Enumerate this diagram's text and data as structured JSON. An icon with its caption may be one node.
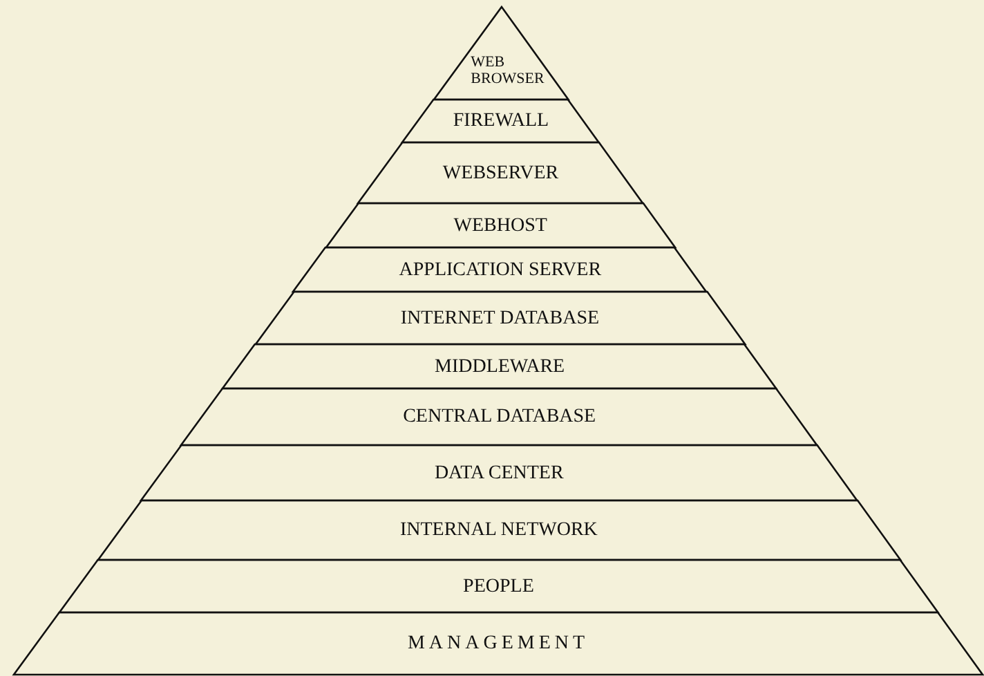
{
  "diagram": {
    "nodes": [
      {
        "text": [
          "WEB BROWSER"
        ]
      },
      {
        "text": [
          "FIREWALL"
        ]
      },
      {
        "text": [
          "WEBSERVER"
        ]
      },
      {
        "text": [
          "WEBHOST"
        ]
      },
      {
        "text": [
          "APPLICATION SERVER"
        ]
      },
      {
        "text": [
          "INTERNET DATABASE"
        ]
      },
      {
        "text": [
          "MIDDLEWARE"
        ]
      },
      {
        "text": [
          "CENTRAL DATABASE"
        ]
      },
      {
        "text": [
          "DATA CENTER"
        ]
      },
      {
        "text": [
          "INTERNAL NETWORK"
        ]
      },
      {
        "text": [
          "PEOPLE"
        ]
      },
      {
        "text": [
          "MANAGEMENT"
        ]
      }
    ]
  }
}
